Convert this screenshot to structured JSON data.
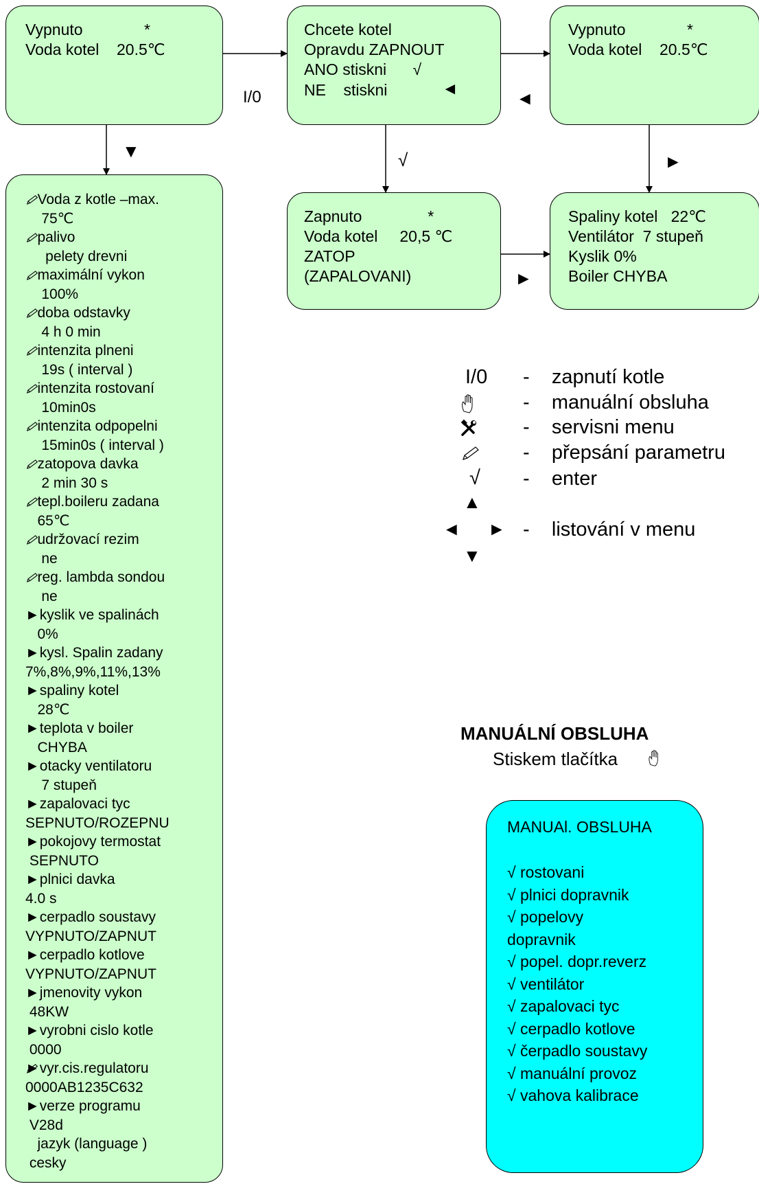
{
  "box_off_left": {
    "lines": [
      "Vypnuto              *",
      "Voda kotel    20.5℃"
    ]
  },
  "box_confirm": {
    "lines": [
      "Chcete kotel",
      "Opravdu ZAPNOUT",
      "ANO stiskni      √",
      "NE    stiskni"
    ]
  },
  "box_off_right": {
    "lines": [
      "Vypnuto              *",
      "Voda kotel    20.5℃"
    ]
  },
  "box_on": {
    "lines": [
      "Zapnuto               *",
      "Voda kotel     20,5 ℃",
      "ZATOP",
      "(ZAPALOVANI)"
    ]
  },
  "box_status": {
    "lines": [
      "Spaliny kotel   22℃",
      "Ventilátor  7 stupeň",
      "Kyslik 0%",
      "Boiler CHYBA"
    ]
  },
  "arrow_labels": {
    "io": "I/0",
    "down_left": "▼",
    "confirm_left": "◄",
    "enter": "√",
    "right_between": "◄",
    "right_down": "►",
    "on_right": "►"
  },
  "menu_items": [
    "   Voda z kotle –max.",
    "    75℃",
    "   palivo",
    "     pelety drevni",
    "   maximální vykon",
    "    100%",
    "   doba odstavky",
    "    4 h 0 min",
    "   intenzita plneni",
    "    19s ( interval )",
    "   intenzita rostovaní",
    "    10min0s",
    "   intenzita odpopelni",
    "    15min0s ( interval )",
    "   zatopova davka",
    "    2 min 30 s",
    "   tepl.boileru zadana",
    "   65℃",
    "   udržovací rezim",
    "    ne",
    "   reg. lambda sondou",
    "    ne",
    "►kyslik ve spalinách",
    "   0%",
    "►kysl. Spalin zadany",
    "7%,8%,9%,11%,13%",
    "►spaliny kotel",
    "   28℃",
    "►teplota v boiler",
    "   CHYBA",
    "►otacky ventilatoru",
    "    7 stupeň",
    "►zapalovaci tyc",
    "SEPNUTO/ROZEPNU",
    "►pokojovy termostat",
    " SEPNUTO",
    "►plnici davka",
    "4.0 s",
    "►cerpadlo soustavy",
    "VYPNUTO/ZAPNUT",
    "►cerpadlo kotlove",
    "VYPNUTO/ZAPNUT",
    "►jmenovity vykon",
    " 48KW",
    "►vyrobni cislo kotle",
    " 0000",
    "►vyr.cis.regulatoru",
    "0000AB1235C632",
    "►verze programu",
    " V28d",
    "   jazyk (language )",
    " cesky"
  ],
  "menu_pencil_rows": [
    0,
    2,
    4,
    6,
    8,
    10,
    12,
    14,
    16,
    18,
    20,
    46
  ],
  "legend": {
    "items": [
      {
        "symbol": "I/0",
        "text": "-    zapnutí kotle"
      },
      {
        "symbol": "hand-icon",
        "text": "-    manuální obsluha"
      },
      {
        "symbol": "tools-icon",
        "text": "-    servisni menu"
      },
      {
        "symbol": "pencil-icon",
        "text": "-    přepsání parametru"
      },
      {
        "symbol": "√",
        "text": "-    enter"
      },
      {
        "symbol": "arrows",
        "text": "-    listování v menu"
      }
    ],
    "arrow_up": "▲",
    "arrow_left": "◄",
    "arrow_right": "►",
    "arrow_down": "▼"
  },
  "manual": {
    "heading": "MANUÁLNÍ OBSLUHA",
    "sub": "Stiskem tlačítka",
    "box_title": "MANUAl. OBSLUHA",
    "items": [
      "√ rostovani",
      "√ plnici dopravnik",
      "√ popelovy",
      "dopravnik",
      "√ popel. dopr.reverz",
      "√ ventilátor",
      "√ zapalovaci tyc",
      "√ cerpadlo kotlove",
      "√ čerpadlo soustavy",
      "√ manuální provoz",
      "√ vahova kalibrace"
    ]
  },
  "colors": {
    "box": "#ccffcc",
    "manual_box": "#00ffff",
    "line": "#000000"
  }
}
